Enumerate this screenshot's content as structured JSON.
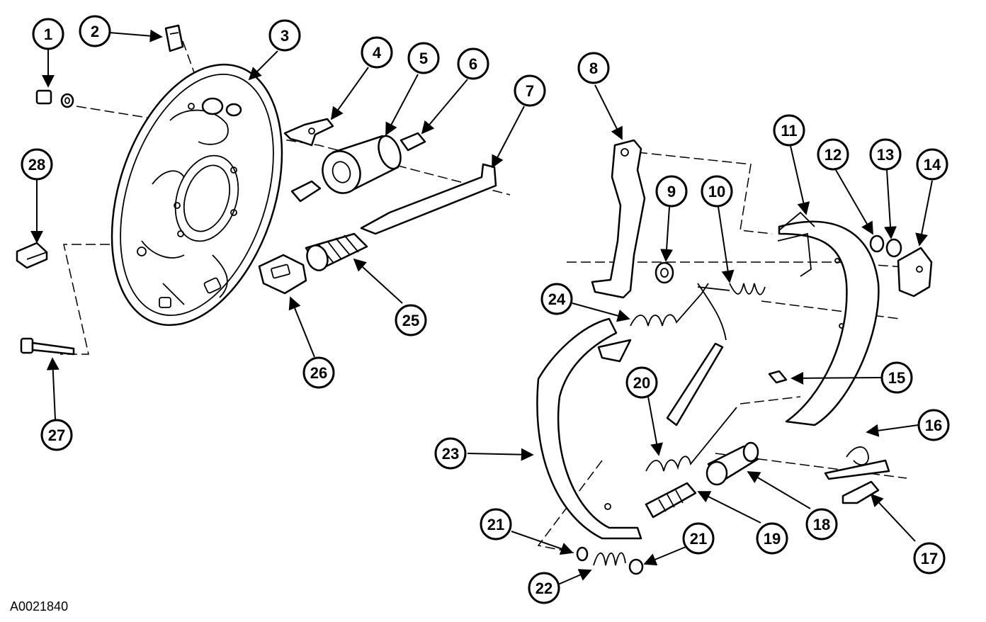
{
  "figure_id": "A0021840",
  "callouts": [
    {
      "n": "1"
    },
    {
      "n": "2"
    },
    {
      "n": "3"
    },
    {
      "n": "4"
    },
    {
      "n": "5"
    },
    {
      "n": "6"
    },
    {
      "n": "7"
    },
    {
      "n": "8"
    },
    {
      "n": "9"
    },
    {
      "n": "10"
    },
    {
      "n": "11"
    },
    {
      "n": "12"
    },
    {
      "n": "13"
    },
    {
      "n": "14"
    },
    {
      "n": "15"
    },
    {
      "n": "16"
    },
    {
      "n": "17"
    },
    {
      "n": "18"
    },
    {
      "n": "19"
    },
    {
      "n": "20"
    },
    {
      "n": "21"
    },
    {
      "n": "21"
    },
    {
      "n": "22"
    },
    {
      "n": "23"
    },
    {
      "n": "24"
    },
    {
      "n": "25"
    },
    {
      "n": "26"
    },
    {
      "n": "27"
    },
    {
      "n": "28"
    }
  ]
}
